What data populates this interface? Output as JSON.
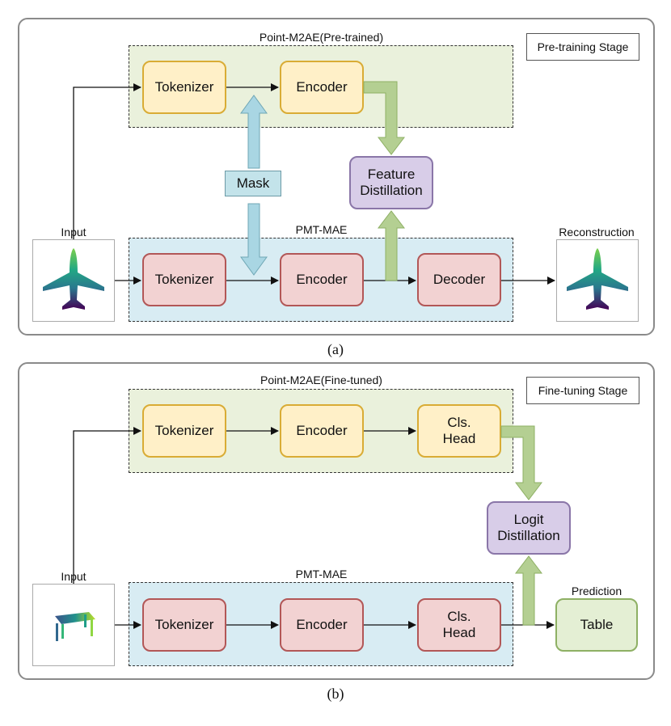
{
  "panel_a": {
    "caption": "(a)",
    "stage_label": "Pre-training Stage",
    "teacher_group": "Point-M2AE(Pre-trained)",
    "student_group": "PMT-MAE",
    "teacher_tokenizer": "Tokenizer",
    "teacher_encoder": "Encoder",
    "student_tokenizer": "Tokenizer",
    "student_encoder": "Encoder",
    "decoder": "Decoder",
    "mask": "Mask",
    "distill_line1": "Feature",
    "distill_line2": "Distillation",
    "input_label": "Input",
    "output_label": "Reconstruction"
  },
  "panel_b": {
    "caption": "(b)",
    "stage_label": "Fine-tuning Stage",
    "teacher_group": "Point-M2AE(Fine-tuned)",
    "student_group": "PMT-MAE",
    "teacher_tokenizer": "Tokenizer",
    "teacher_encoder": "Encoder",
    "teacher_head_line1": "Cls.",
    "teacher_head_line2": "Head",
    "student_tokenizer": "Tokenizer",
    "student_encoder": "Encoder",
    "student_head_line1": "Cls.",
    "student_head_line2": "Head",
    "distill_line1": "Logit",
    "distill_line2": "Distillation",
    "input_label": "Input",
    "prediction_label": "Prediction",
    "prediction_value": "Table"
  },
  "colors": {
    "teacher_block": "#fff0c8",
    "student_block": "#f2d2d2",
    "distill_block": "#d8cde8",
    "mask_arrow": "#a9d6e3",
    "distill_arrow": "#b4cf92"
  }
}
